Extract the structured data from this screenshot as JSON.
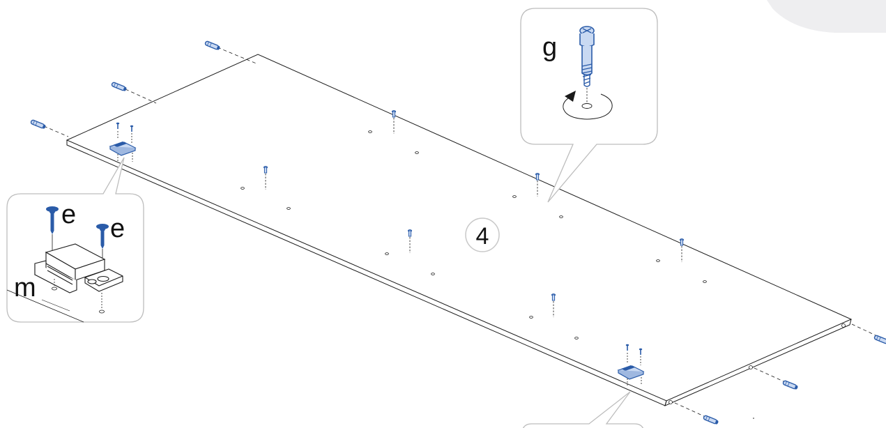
{
  "step": {
    "number": "4"
  },
  "callouts": {
    "screw_e_label_1": "e",
    "screw_e_label_2": "e",
    "magnet_label": "m",
    "cam_bolt_label": "g"
  },
  "icons": {
    "dowel": "dowel-icon",
    "cam_bolt": "cam-bolt-icon",
    "screw": "screw-icon",
    "magnetic_catch": "magnetic-catch-icon",
    "rotate_arrow": "rotate-arrow-icon"
  },
  "colors": {
    "line": "#1a1a1a",
    "part_blue": "#2a5ba8",
    "part_blue_light": "#c9d9f2",
    "callout_border": "#bdbdbd",
    "corner_tab": "#eeeef0"
  }
}
